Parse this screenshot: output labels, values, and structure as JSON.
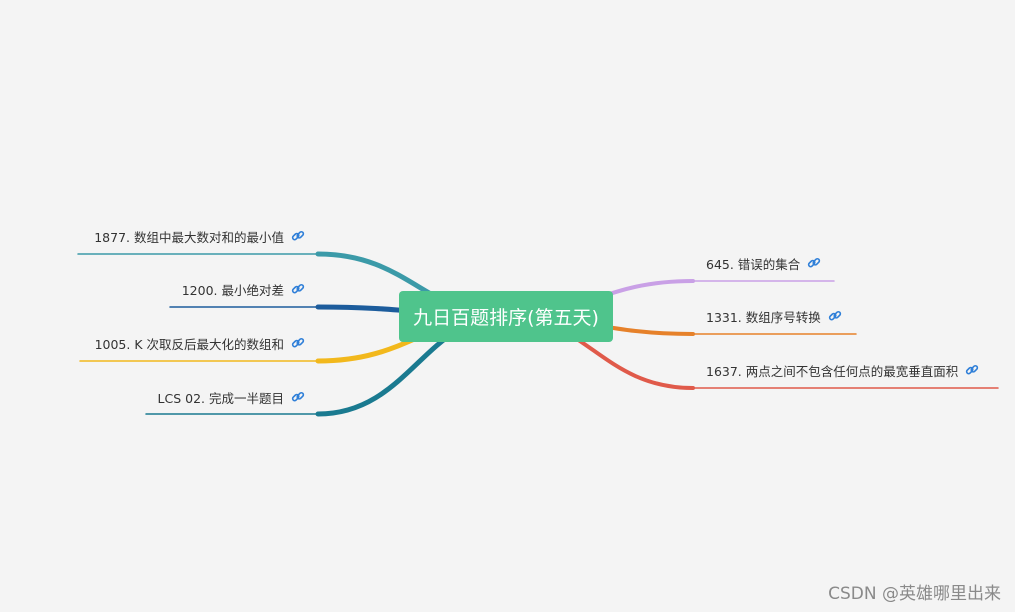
{
  "root": {
    "label": "九日百题排序(第五天)",
    "color": "#4fc48c"
  },
  "left_branches": [
    {
      "label": "1877. 数组中最大数对和的最小值",
      "bold": true,
      "icon": "link-icon",
      "color": "#3b9aa8"
    },
    {
      "label": "1200. 最小绝对差",
      "bold": true,
      "icon": "link-icon",
      "color": "#1c5c9c"
    },
    {
      "label": "1005. K 次取反后最大化的数组和",
      "bold": false,
      "icon": "link-icon",
      "color": "#f2b81c"
    },
    {
      "label": "LCS 02. 完成一半题目",
      "bold": false,
      "icon": "link-icon",
      "color": "#1a7a90"
    }
  ],
  "right_branches": [
    {
      "label": "645. 错误的集合",
      "bold": true,
      "icon": "link-icon",
      "color": "#c9a0e6"
    },
    {
      "label": "1331. 数组序号转换",
      "bold": true,
      "icon": "link-icon",
      "color": "#e6812a"
    },
    {
      "label": "1637. 两点之间不包含任何点的最宽垂直面积",
      "bold": true,
      "icon": "link-icon",
      "color": "#e05a4a"
    }
  ],
  "watermark": "CSDN @英雄哪里出来"
}
